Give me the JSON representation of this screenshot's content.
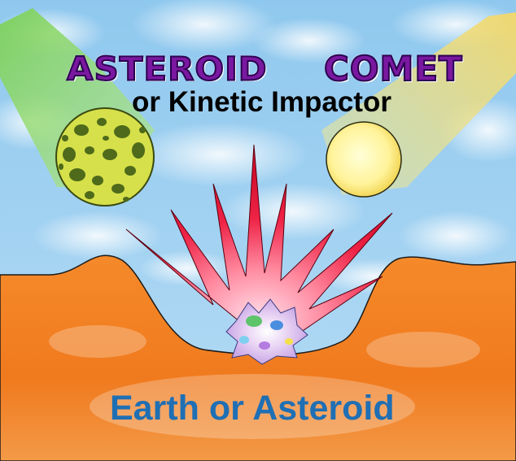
{
  "labels": {
    "asteroid": "ASTEROID",
    "comet": "COMET",
    "impactor": "or Kinetic Impactor",
    "target": "Earth or Asteroid"
  },
  "colors": {
    "sky": "#9ecff0",
    "ground": "#f07a1e",
    "asteroid_body": "#d6e04a",
    "asteroid_spots": "#4e6a1a",
    "comet_body": "#fff6a0",
    "explosion": "#e8163a",
    "title_purple": "#7a18a0",
    "target_label": "#1f6fb4"
  }
}
